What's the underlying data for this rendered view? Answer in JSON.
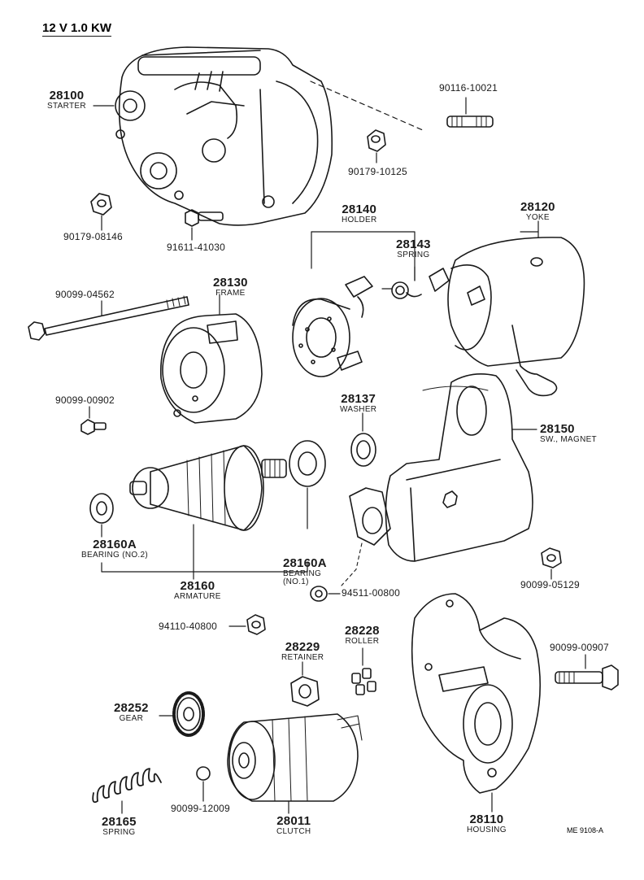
{
  "header": "12 V 1.0 KW",
  "drawing_code": "ME 9108-A",
  "parts": [
    {
      "id": "p28100",
      "number": "28100",
      "name": "STARTER"
    },
    {
      "id": "p90116",
      "number": "90116-10021",
      "name": ""
    },
    {
      "id": "p90179a",
      "number": "90179-10125",
      "name": ""
    },
    {
      "id": "p90179b",
      "number": "90179-08146",
      "name": ""
    },
    {
      "id": "p91611",
      "number": "91611-41030",
      "name": ""
    },
    {
      "id": "p28140",
      "number": "28140",
      "name": "HOLDER"
    },
    {
      "id": "p28143",
      "number": "28143",
      "name": "SPRING"
    },
    {
      "id": "p28120",
      "number": "28120",
      "name": "YOKE"
    },
    {
      "id": "p90099a",
      "number": "90099-04562",
      "name": ""
    },
    {
      "id": "p28130",
      "number": "28130",
      "name": "FRAME"
    },
    {
      "id": "p90099b",
      "number": "90099-00902",
      "name": ""
    },
    {
      "id": "p28137",
      "number": "28137",
      "name": "WASHER"
    },
    {
      "id": "p28150",
      "number": "28150",
      "name": "SW., MAGNET"
    },
    {
      "id": "p28160A2",
      "number": "28160A",
      "name": "BEARING (NO.2)"
    },
    {
      "id": "p28160A1",
      "number": "28160A",
      "name": "BEARING\n(NO.1)"
    },
    {
      "id": "p28160",
      "number": "28160",
      "name": "ARMATURE"
    },
    {
      "id": "p94511",
      "number": "94511-00800",
      "name": ""
    },
    {
      "id": "p90099c",
      "number": "90099-05129",
      "name": ""
    },
    {
      "id": "p94110",
      "number": "94110-40800",
      "name": ""
    },
    {
      "id": "p28229",
      "number": "28229",
      "name": "RETAINER"
    },
    {
      "id": "p28228",
      "number": "28228",
      "name": "ROLLER"
    },
    {
      "id": "p90099d",
      "number": "90099-00907",
      "name": ""
    },
    {
      "id": "p28252",
      "number": "28252",
      "name": "GEAR"
    },
    {
      "id": "p28165",
      "number": "28165",
      "name": "SPRING"
    },
    {
      "id": "p90099e",
      "number": "90099-12009",
      "name": ""
    },
    {
      "id": "p28011",
      "number": "28011",
      "name": "CLUTCH"
    },
    {
      "id": "p28110",
      "number": "28110",
      "name": "HOUSING"
    }
  ]
}
